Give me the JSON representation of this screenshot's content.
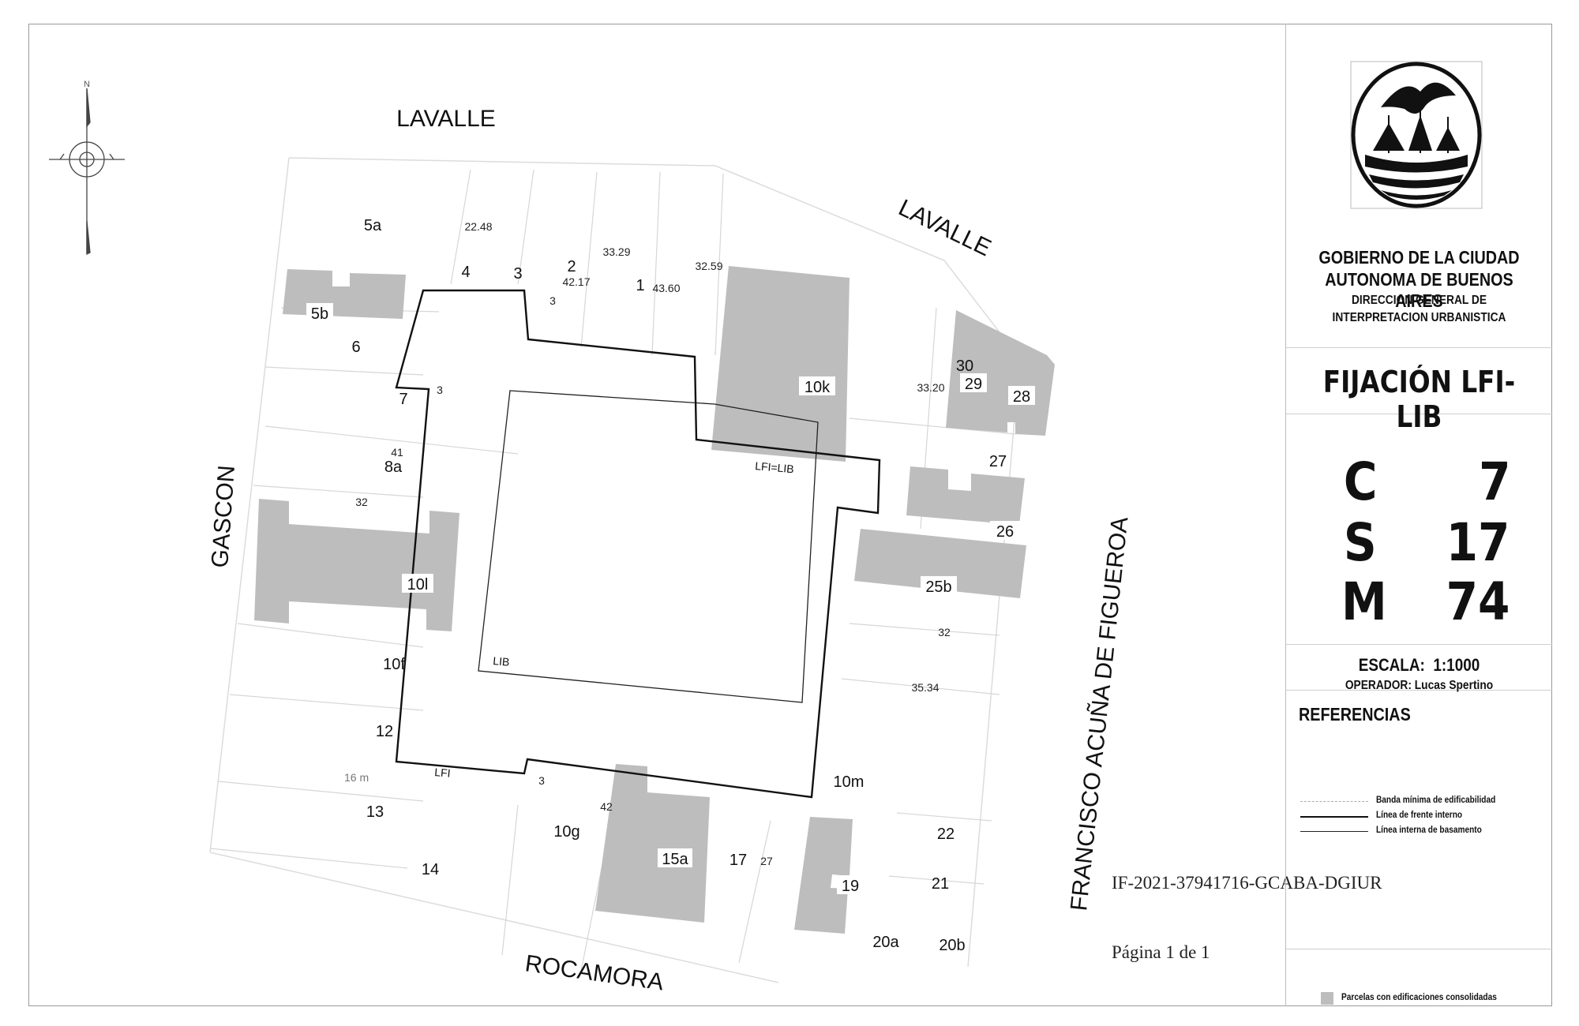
{
  "map": {
    "streets": {
      "lavalle_top": "LAVALLE",
      "lavalle_right": "LAVALLE",
      "gascon": "GASCON",
      "rocamora": "ROCAMORA",
      "figueroa": "FRANCISCO ACUÑA DE FIGUEROA"
    },
    "north_label": "N",
    "parcels": {
      "p5a": "5a",
      "p5b": "5b",
      "p4": "4",
      "p3": "3",
      "p2": "2",
      "p1": "1",
      "p6": "6",
      "p7": "7",
      "p8a": "8a",
      "p10l": "10l",
      "p10f": "10f",
      "p12": "12",
      "p13": "13",
      "p14": "14",
      "p10g": "10g",
      "p15a": "15a",
      "p17": "17",
      "p19": "19",
      "p20a": "20a",
      "p20b": "20b",
      "p21": "21",
      "p22": "22",
      "p10m": "10m",
      "p10k": "10k",
      "p30": "30",
      "p29": "29",
      "p28": "28",
      "p27": "27",
      "p26": "26",
      "p25b": "25b"
    },
    "dimensions": {
      "d2248": "22.48",
      "d3329": "33.29",
      "d3259": "32.59",
      "d4217": "42.17",
      "d4360": "43.60",
      "d3a": "3",
      "d3b": "3",
      "d3c": "3",
      "d41": "41",
      "d32a": "32",
      "d3320": "33.20",
      "d32b": "32",
      "d3534": "35.34",
      "d16m": "16 m",
      "d42": "42",
      "d27": "27"
    },
    "lines": {
      "lfi_lib": "LFI=LIB",
      "lib": "LIB",
      "lfi": "LFI"
    }
  },
  "panel": {
    "gov_line1": "GOBIERNO DE LA CIUDAD",
    "gov_line2": "AUTONOMA DE BUENOS AIRES",
    "dir_line1": "DIRECCION GENERAL DE",
    "dir_line2": "INTERPRETACION URBANISTICA",
    "title": "FIJACIÓN LFI-LIB",
    "c_label": "C",
    "c_value": "7",
    "s_label": "S",
    "s_value": "17",
    "m_label": "M",
    "m_value": "74",
    "scale_label": "ESCALA:",
    "scale_value": "1:1000",
    "operator_label": "OPERADOR:",
    "operator_value": "Lucas Spertino",
    "refs_title": "REFERENCIAS",
    "ref1": "Banda mínima de edificabilidad",
    "ref2": "Línea de frente interno",
    "ref3": "Línea interna de basamento",
    "legend_parcels": "Parcelas con edificaciones consolidadas"
  },
  "document": {
    "id": "IF-2021-37941716-GCABA-DGIUR",
    "page": "Página 1 de 1"
  },
  "colors": {
    "building_fill": "#bdbdbd",
    "line": "#111111",
    "faint_line": "#d8d8d8"
  }
}
